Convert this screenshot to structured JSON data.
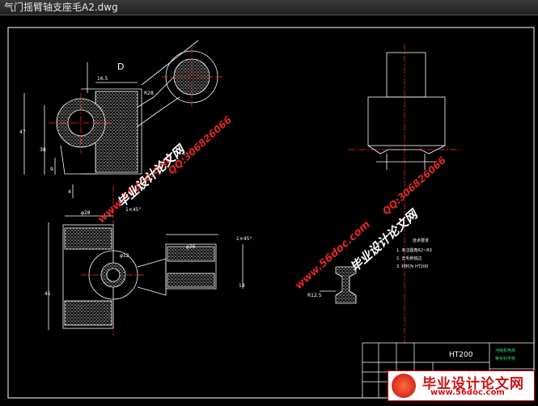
{
  "window": {
    "title": "气门摇臂轴支座毛A2.dwg"
  },
  "drawing": {
    "material": "HT200",
    "dims": {
      "d_label": "D",
      "dim_16_5": "16.5",
      "dim_47": "47",
      "dim_38": "38",
      "dim_9": "9",
      "dim_4": "4",
      "dim_phi28": "φ28",
      "dim_chamfer1": "1×45°",
      "dim_chamfer2": "1×45°",
      "dim_phi26": "φ26",
      "dim_45": "45",
      "dim_14": "14",
      "dim_r12_5": "R12.5",
      "dim_phi12": "φ12",
      "dim_r28": "R28"
    },
    "notes": {
      "title": "技术要求",
      "lines": [
        "1. 未注圆角R2~R3",
        "2. 去毛刺锐边",
        "3. 材料为 HT200"
      ]
    },
    "title_block": {
      "company_line1": "河南机电高",
      "company_line2": "等专科学校"
    }
  },
  "watermarks": {
    "site_cn": "毕业设计论文网",
    "site_url": "www.56doc.com",
    "qq": "QQ:306826066"
  },
  "logo": {
    "text_cn": "毕业设计论文网",
    "url": "www.56doc.com"
  }
}
